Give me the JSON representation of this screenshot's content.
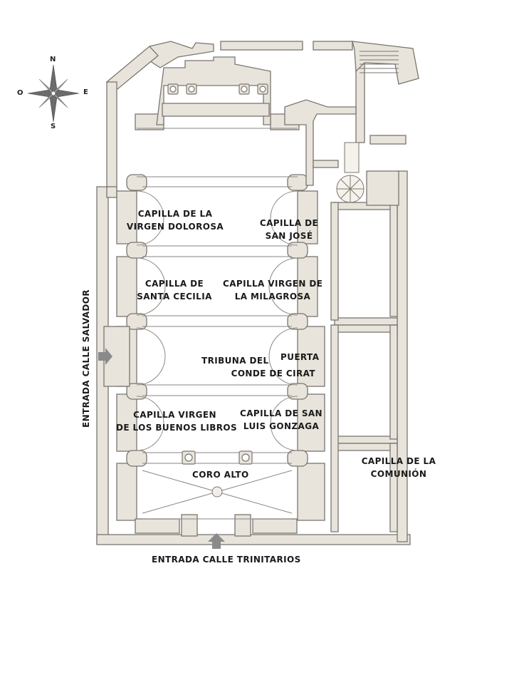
{
  "compass": {
    "north": "N",
    "south": "S",
    "east": "E",
    "west": "O"
  },
  "labels": {
    "virgen_dolorosa": [
      "CAPILLA DE LA",
      "VIRGEN DOLOROSA"
    ],
    "san_jose": [
      "CAPILLA DE",
      "SAN JOSÉ"
    ],
    "santa_cecilia": [
      "CAPILLA DE",
      "SANTA CECILIA"
    ],
    "virgen_milagrosa": [
      "CAPILLA VIRGEN DE",
      "LA MILAGROSA"
    ],
    "puerta": "PUERTA",
    "tribuna": [
      "TRIBUNA DEL",
      "CONDE DE CIRAT"
    ],
    "buenos_libros": [
      "CAPILLA VIRGEN",
      "DE LOS BUENOS LIBROS"
    ],
    "luis_gonzaga": [
      "CAPILLA DE SAN",
      "LUIS GONZAGA"
    ],
    "comunion": [
      "CAPILLA DE LA",
      "COMUNIÓN"
    ],
    "coro_alto": "CORO ALTO",
    "entrada_trinitarios": "ENTRADA CALLE TRINITARIOS",
    "entrada_salvador": "ENTRADA CALLE SALVADOR"
  },
  "colors": {
    "wall_fill": "#e8e4dc",
    "wall_stroke": "#7a7670",
    "background": "#ffffff",
    "arrow": "#8a8a8a"
  }
}
